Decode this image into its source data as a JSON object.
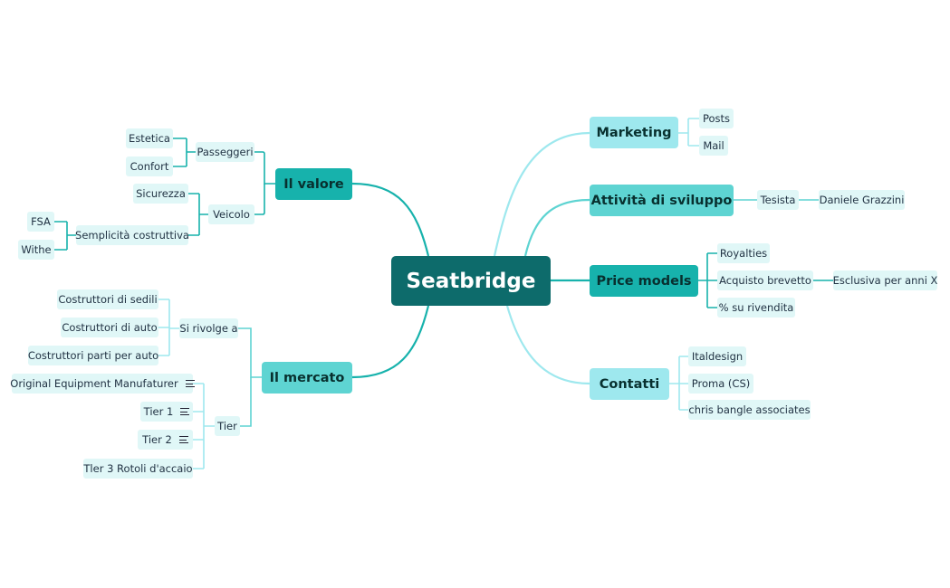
{
  "root": "Seatbridge",
  "colors": {
    "root": "#0d6b6b",
    "left_branch": "#17b2ac",
    "marketing": "#9ee8ee",
    "sviluppo": "#5ed4d2",
    "leaf_bg": "#e0f7f7"
  },
  "left": {
    "valore": {
      "label": "Il valore",
      "passeggeri": {
        "label": "Passeggeri",
        "items": [
          "Estetica",
          "Confort"
        ]
      },
      "veicolo": {
        "label": "Veicolo",
        "sicurezza": "Sicurezza",
        "semplicita": {
          "label": "Semplicità costruttiva",
          "items": [
            "FSA",
            "Withe"
          ]
        }
      }
    },
    "mercato": {
      "label": "Il mercato",
      "rivolge": {
        "label": "Si rivolge a",
        "items": [
          "Costruttori di sedili",
          "Costruttori di auto",
          "Costruttori parti per auto"
        ]
      },
      "tier": {
        "label": "Tier",
        "items": [
          "Original Equipment Manufaturer",
          "Tier 1",
          "Tier 2",
          "Tler 3 Rotoli d'accaio"
        ]
      }
    }
  },
  "right": {
    "marketing": {
      "label": "Marketing",
      "items": [
        "Posts",
        "Mail"
      ]
    },
    "sviluppo": {
      "label": "Attività di sviluppo",
      "tesista": "Tesista",
      "name": "Daniele Grazzini"
    },
    "price": {
      "label": "Price models",
      "royalties": "Royalties",
      "acquisto": "Acquisto brevetto",
      "esclusiva": "Esclusiva per anni X",
      "rivendita": "% su rivendita"
    },
    "contatti": {
      "label": "Contatti",
      "items": [
        "Italdesign",
        "Proma (CS)",
        "chris bangle associates"
      ]
    }
  }
}
